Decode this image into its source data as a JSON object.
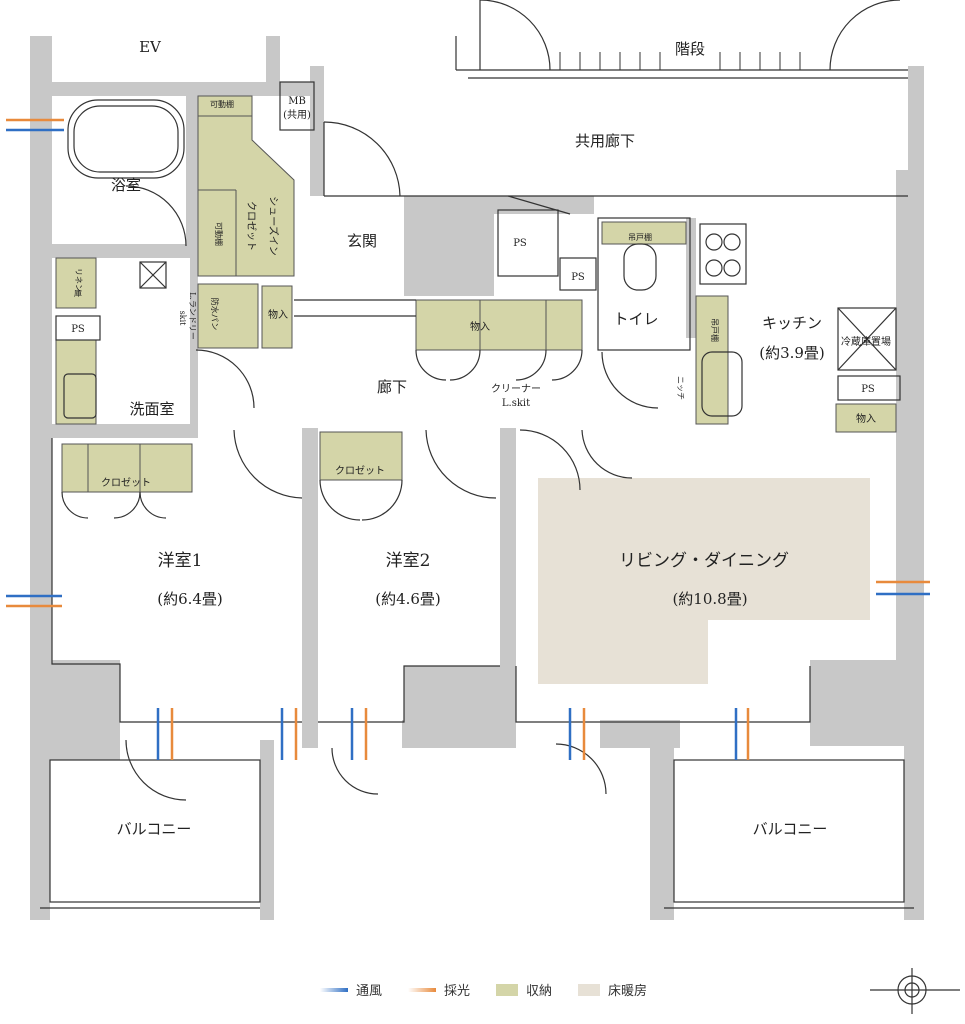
{
  "rooms": {
    "ev": "EV",
    "stairs": "階段",
    "mb": "MB",
    "mb_sub": "(共用)",
    "common_corridor": "共用廊下",
    "bath": "浴室",
    "shoes_closet_1": "シューズイン",
    "shoes_closet_2": "クロゼット",
    "movable_shelf_1": "可動棚",
    "movable_shelf_2": "可動棚",
    "entrance": "玄関",
    "ps_1": "PS",
    "ps_2": "PS",
    "ps_3": "PS",
    "ps_4": "PS",
    "linen_1": "リネン",
    "linen_2": "庫",
    "waterproof_pan_1": "防水パン",
    "laundry_1": "L.ランドリー",
    "laundry_2": "skit",
    "storage_1": "物入",
    "storage_2": "物入",
    "storage_3": "物入",
    "washroom": "洗面室",
    "corridor": "廊下",
    "cleaner_1": "クリーナー",
    "cleaner_2": "L.skit",
    "toilet": "トイレ",
    "hanging_shelf_1": "吊戸棚",
    "hanging_shelf_2": "吊戸棚",
    "niche": "ニッチ",
    "kitchen": "キッチン",
    "kitchen_size": "(約3.9畳)",
    "fridge": "冷蔵庫置場",
    "closet_1": "クロゼット",
    "closet_2": "クロゼット",
    "western1": "洋室1",
    "western1_size": "(約6.4畳)",
    "western2": "洋室2",
    "western2_size": "(約4.6畳)",
    "living": "リビング・ダイニング",
    "living_size": "(約10.8畳)",
    "balcony_1": "バルコニー",
    "balcony_2": "バルコニー"
  },
  "legend": {
    "ventilation": "通風",
    "daylight": "採光",
    "storage": "収納",
    "floor_heating": "床暖房"
  },
  "colors": {
    "wall": "#c8c8c8",
    "storage": "#d4d5a8",
    "floor_heating": "#e7e1d6",
    "ventilation": "#2f6fc4",
    "daylight": "#e88a3c",
    "line": "#333333"
  }
}
